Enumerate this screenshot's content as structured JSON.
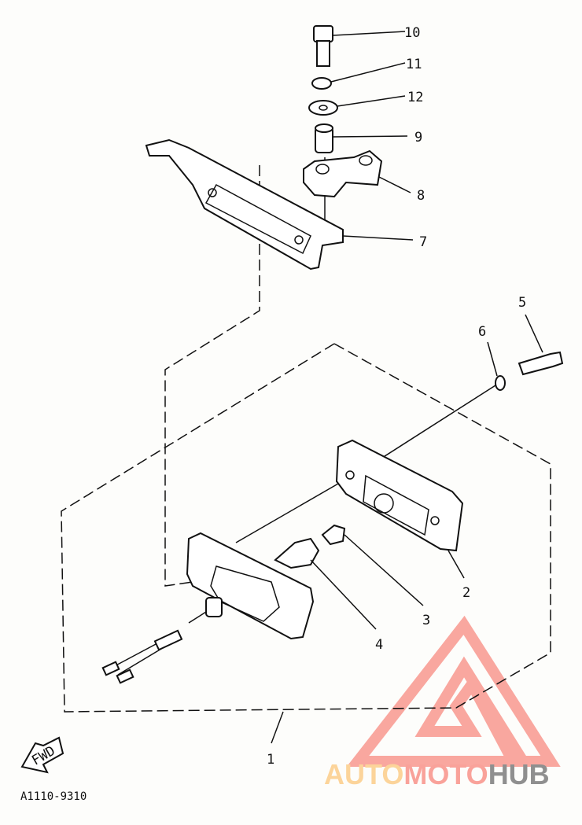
{
  "diagram": {
    "callouts": [
      "1",
      "2",
      "3",
      "4",
      "5",
      "6",
      "7",
      "8",
      "9",
      "10",
      "11",
      "12"
    ],
    "fwd_label": "FWD",
    "diagram_code": "A1110-9310"
  },
  "watermark": {
    "part1": "AUTO",
    "part2": "MOTO",
    "part3": "HUB",
    "colors": {
      "auto": "#fcd49a",
      "moto": "#f9a29a",
      "hub": "#8f8f8f",
      "triangle": "#f9a29a"
    }
  }
}
